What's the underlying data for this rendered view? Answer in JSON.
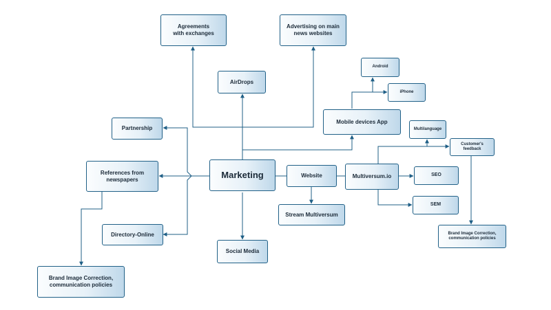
{
  "nodes": {
    "marketing": "Marketing",
    "agreements": "Agreements\nwith exchanges",
    "advertising": "Advertising on main\nnews websites",
    "airdrops": "AirDrops",
    "android": "Android",
    "iphone": "iPhone",
    "mobile_app": "Mobile devices App",
    "partnership": "Partnership",
    "references": "References from\nnewspapers",
    "website": "Website",
    "multiversum_io": "Multiversum.io",
    "multilanguage": "Multilanguage",
    "customer_feedback": "Customer's\nfeedback",
    "seo": "SEO",
    "sem": "SEM",
    "stream": "Stream Multiversum",
    "directory_online": "Directory-Online",
    "social_media": "Social Media",
    "brand_left": "Brand Image Correction,\ncommunication policies",
    "brand_right": "Brand Image Correction,\ncommunication policies"
  },
  "colors": {
    "border": "#1f5f86",
    "gradient_light": "#fbfdfe",
    "gradient_dark": "#bfd8ea",
    "text": "#1b2a38"
  }
}
